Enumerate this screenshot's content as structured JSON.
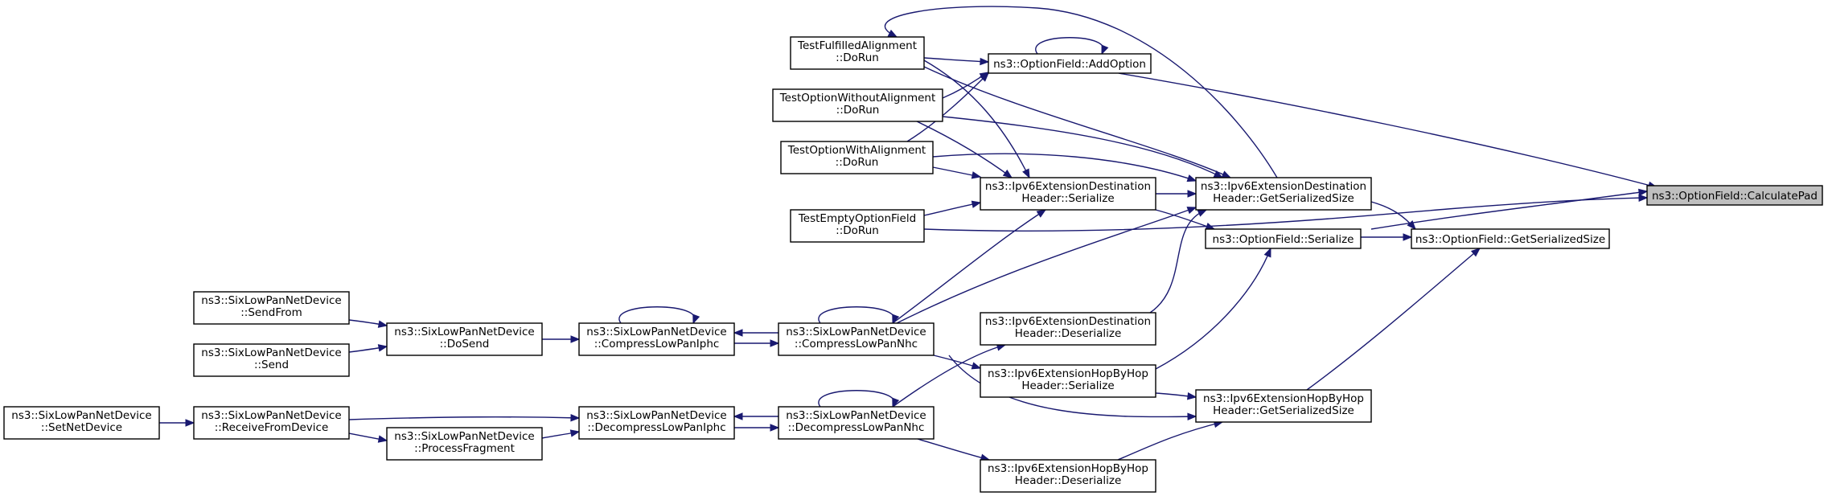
{
  "colors": {
    "edge": "#191970",
    "root_fill": "#bfbfbf",
    "node_fill": "#ffffff"
  },
  "nodes": {
    "calculatepad": {
      "lines": [
        "ns3::OptionField::CalculatePad"
      ]
    },
    "addoption": {
      "lines": [
        "ns3::OptionField::AddOption"
      ]
    },
    "ext_dest_getsersize": {
      "lines": [
        "ns3::Ipv6ExtensionDestination",
        "Header::GetSerializedSize"
      ]
    },
    "optfield_serialize": {
      "lines": [
        "ns3::OptionField::Serialize"
      ]
    },
    "optfield_getsersize": {
      "lines": [
        "ns3::OptionField::GetSerializedSize"
      ]
    },
    "ext_hop_getsersize": {
      "lines": [
        "ns3::Ipv6ExtensionHopByHop",
        "Header::GetSerializedSize"
      ]
    },
    "test_fulfilled": {
      "lines": [
        "TestFulfilledAlignment",
        "::DoRun"
      ]
    },
    "test_without": {
      "lines": [
        "TestOptionWithoutAlignment",
        "::DoRun"
      ]
    },
    "test_with": {
      "lines": [
        "TestOptionWithAlignment",
        "::DoRun"
      ]
    },
    "test_empty": {
      "lines": [
        "TestEmptyOptionField",
        "::DoRun"
      ]
    },
    "ext_dest_serialize": {
      "lines": [
        "ns3::Ipv6ExtensionDestination",
        "Header::Serialize"
      ]
    },
    "ext_dest_deserialize": {
      "lines": [
        "ns3::Ipv6ExtensionDestination",
        "Header::Deserialize"
      ]
    },
    "ext_hop_serialize": {
      "lines": [
        "ns3::Ipv6ExtensionHopByHop",
        "Header::Serialize"
      ]
    },
    "ext_hop_deserialize": {
      "lines": [
        "ns3::Ipv6ExtensionHopByHop",
        "Header::Deserialize"
      ]
    },
    "compress_nhc": {
      "lines": [
        "ns3::SixLowPanNetDevice",
        "::CompressLowPanNhc"
      ]
    },
    "decompress_nhc": {
      "lines": [
        "ns3::SixLowPanNetDevice",
        "::DecompressLowPanNhc"
      ]
    },
    "compress_iphc": {
      "lines": [
        "ns3::SixLowPanNetDevice",
        "::CompressLowPanIphc"
      ]
    },
    "decompress_iphc": {
      "lines": [
        "ns3::SixLowPanNetDevice",
        "::DecompressLowPanIphc"
      ]
    },
    "dosend": {
      "lines": [
        "ns3::SixLowPanNetDevice",
        "::DoSend"
      ]
    },
    "sendfrom": {
      "lines": [
        "ns3::SixLowPanNetDevice",
        "::SendFrom"
      ]
    },
    "send": {
      "lines": [
        "ns3::SixLowPanNetDevice",
        "::Send"
      ]
    },
    "receivefromdevice": {
      "lines": [
        "ns3::SixLowPanNetDevice",
        "::ReceiveFromDevice"
      ]
    },
    "processfragment": {
      "lines": [
        "ns3::SixLowPanNetDevice",
        "::ProcessFragment"
      ]
    },
    "setnetdevice": {
      "lines": [
        "ns3::SixLowPanNetDevice",
        "::SetNetDevice"
      ]
    }
  },
  "edges": [
    [
      "calculatepad",
      "addoption"
    ],
    [
      "calculatepad",
      "ext_dest_getsersize"
    ],
    [
      "calculatepad",
      "optfield_getsersize"
    ],
    [
      "calculatepad",
      "test_empty"
    ],
    [
      "addoption",
      "addoption"
    ],
    [
      "addoption",
      "test_fulfilled"
    ],
    [
      "addoption",
      "test_without"
    ],
    [
      "addoption",
      "test_with"
    ],
    [
      "ext_dest_getsersize",
      "test_fulfilled"
    ],
    [
      "ext_dest_getsersize",
      "test_without"
    ],
    [
      "ext_dest_getsersize",
      "test_with"
    ],
    [
      "ext_dest_getsersize",
      "ext_dest_serialize"
    ],
    [
      "ext_dest_getsersize",
      "compress_nhc"
    ],
    [
      "ext_dest_getsersize",
      "ext_dest_deserialize"
    ],
    [
      "optfield_getsersize",
      "ext_dest_getsersize"
    ],
    [
      "optfield_getsersize",
      "optfield_serialize"
    ],
    [
      "optfield_getsersize",
      "ext_hop_getsersize"
    ],
    [
      "optfield_serialize",
      "ext_dest_serialize"
    ],
    [
      "optfield_serialize",
      "ext_hop_serialize"
    ],
    [
      "ext_dest_serialize",
      "test_fulfilled"
    ],
    [
      "ext_dest_serialize",
      "test_without"
    ],
    [
      "ext_dest_serialize",
      "test_with"
    ],
    [
      "ext_dest_serialize",
      "test_empty"
    ],
    [
      "ext_dest_serialize",
      "compress_nhc"
    ],
    [
      "ext_hop_getsersize",
      "ext_hop_serialize"
    ],
    [
      "ext_hop_getsersize",
      "compress_nhc"
    ],
    [
      "ext_hop_getsersize",
      "ext_hop_deserialize"
    ],
    [
      "ext_dest_deserialize",
      "decompress_nhc"
    ],
    [
      "ext_hop_serialize",
      "compress_nhc"
    ],
    [
      "ext_hop_deserialize",
      "decompress_nhc"
    ],
    [
      "compress_nhc",
      "compress_nhc"
    ],
    [
      "compress_nhc",
      "compress_iphc"
    ],
    [
      "compress_iphc",
      "compress_iphc"
    ],
    [
      "compress_iphc",
      "compress_nhc"
    ],
    [
      "compress_iphc",
      "dosend"
    ],
    [
      "decompress_nhc",
      "decompress_nhc"
    ],
    [
      "decompress_nhc",
      "decompress_iphc"
    ],
    [
      "decompress_iphc",
      "decompress_nhc"
    ],
    [
      "decompress_iphc",
      "receivefromdevice"
    ],
    [
      "decompress_iphc",
      "processfragment"
    ],
    [
      "dosend",
      "sendfrom"
    ],
    [
      "dosend",
      "send"
    ],
    [
      "processfragment",
      "receivefromdevice"
    ],
    [
      "receivefromdevice",
      "setnetdevice"
    ]
  ]
}
